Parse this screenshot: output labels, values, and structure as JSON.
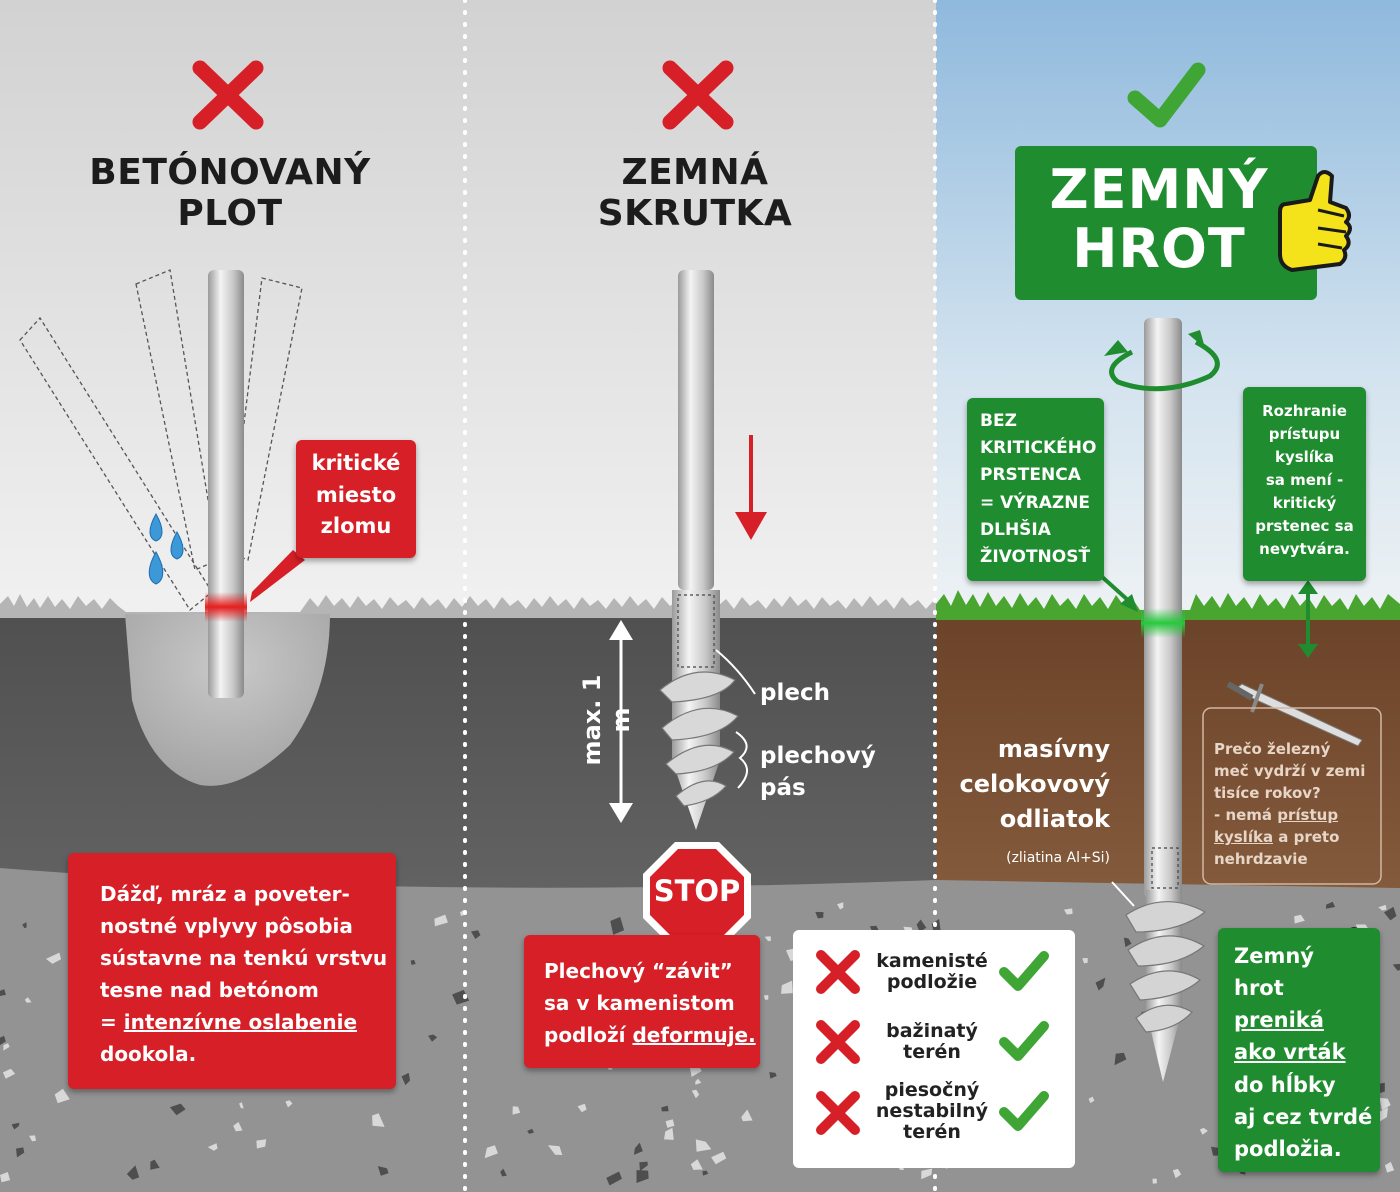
{
  "colors": {
    "red": "#d61f26",
    "green": "#1f8d2f",
    "check_green": "#3fa535",
    "sky_blue": "#9fc3e0",
    "soil_brown": "#7a5236",
    "ground_gray": "#8e8e8e",
    "thumb_yellow": "#f4e21a"
  },
  "icons": {
    "bad": "cross-icon",
    "good": "checkmark-icon",
    "rain": "water-drop-icon",
    "rotation": "rotation-arrow-icon",
    "approval": "thumbs-up-icon",
    "stop": "stop-sign-icon",
    "sword": "sword-icon"
  },
  "panel1": {
    "title": [
      "BETÓNOVANÝ",
      "PLOT"
    ],
    "callout": [
      "kritické",
      "miesto",
      "zlomu"
    ],
    "info": {
      "lines": [
        "Dážď, mráz a poveter-",
        "nostné vplyvy pôsobia",
        "sústavne na tenkú vrstvu",
        "tesne nad betónom"
      ],
      "prefix": "= ",
      "highlight": "intenzívne oslabenie",
      "last": "dookola."
    }
  },
  "panel2": {
    "title": [
      "ZEMNÁ",
      "SKRUTKA"
    ],
    "depth_label": "max. 1 m",
    "label_plech": "plech",
    "label_pas": [
      "plechový",
      "pás"
    ],
    "stop": "STOP",
    "info": {
      "line1": "Plechový “závit”",
      "line2": "sa v kamenistom",
      "line3_prefix": "podloží ",
      "line3_highlight": "deformuje."
    },
    "conditions": [
      [
        "kamenisté",
        "podložie"
      ],
      [
        "bažinatý",
        "terén"
      ],
      [
        "piesočný",
        "nestabilný",
        "terén"
      ]
    ]
  },
  "panel3": {
    "title": [
      "ZEMNÝ",
      "HROT"
    ],
    "left_box": [
      "BEZ",
      "KRITICKÉHO",
      "PRSTENCA",
      "= VÝRAZNE",
      "DLHŠIA",
      "ŽIVOTNOSŤ"
    ],
    "right_box": [
      "Rozhranie",
      "prístupu",
      "kyslíka",
      "sa mení -",
      "kritický",
      "prstenec sa",
      "nevytvára."
    ],
    "material": [
      "masívny",
      "celokovový",
      "odliatok"
    ],
    "alloy": "(zliatina Al+Si)",
    "sword_note": {
      "line1": "Prečo železný",
      "line2": "meč vydrží v zemi",
      "line3": "tisíce rokov?",
      "line4_prefix": "- nemá ",
      "line4_highlight": "prístup",
      "line5_highlight": "kyslíka",
      "line5_suffix": " a preto",
      "line6": "nehrdzavie"
    },
    "bottom_box": {
      "line1": "Zemný",
      "line2": "hrot",
      "line3": "preniká",
      "line4": "ako vrták",
      "line5": "do hĺbky",
      "line6": "aj cez tvrdé",
      "line7": "podložia."
    }
  }
}
